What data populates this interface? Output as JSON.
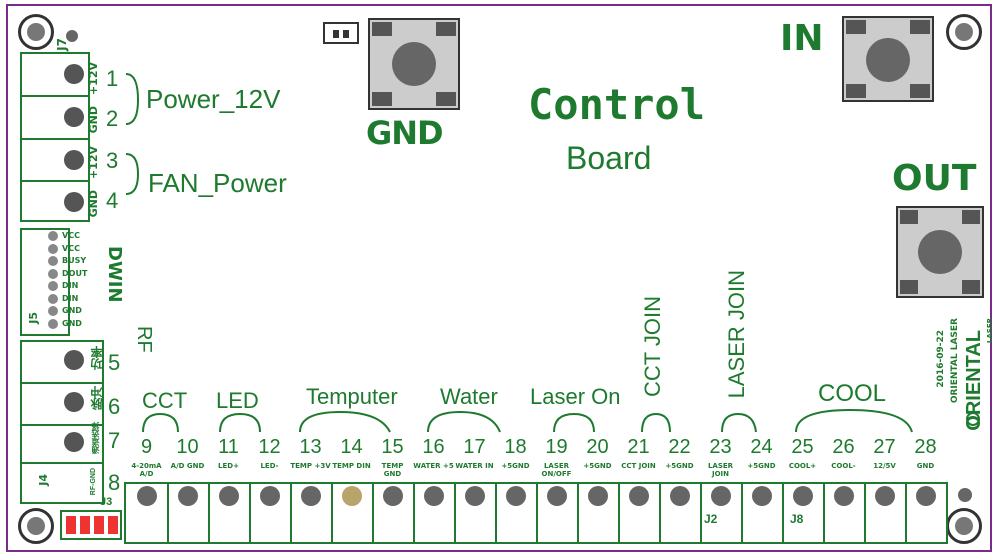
{
  "board": {
    "title_line1": "Control",
    "title_line2": "Board",
    "gnd_label": "GND",
    "in_label": "IN",
    "out_label": "OUT",
    "date_text": "2016-09-22",
    "company_text": "ORIENTAL LASER",
    "logo_text": "ORIENTAL",
    "logo_sub": "LASER"
  },
  "left_connector": {
    "ref": "J7",
    "pins": [
      {
        "num": "1",
        "signal": "+12V"
      },
      {
        "num": "2",
        "signal": "GND"
      },
      {
        "num": "3",
        "signal": "+12V"
      },
      {
        "num": "4",
        "signal": "GND"
      }
    ],
    "group1": "Power_12V",
    "group2": "FAN_Power"
  },
  "dwin": {
    "ref": "J5",
    "label": "DWIN",
    "pins": [
      "VCC",
      "VCC",
      "BUSY",
      "DOUT",
      "DIN",
      "DIN",
      "GND",
      "GND"
    ]
  },
  "rf": {
    "ref": "J4",
    "label": "RF",
    "pins": [
      {
        "num": "5",
        "signal": "功率"
      },
      {
        "num": "6",
        "signal": "脉冲"
      },
      {
        "num": "7",
        "signal": "通道选择"
      },
      {
        "num": "8",
        "signal": "RF-GND"
      }
    ]
  },
  "j3": {
    "ref": "J3",
    "label": ""
  },
  "bottom_groups": [
    "CCT",
    "LED",
    "Temputer",
    "Water",
    "Laser On",
    "CCT JOIN",
    "LASER JOIN",
    "COOL"
  ],
  "bottom_pins": [
    {
      "num": "9",
      "signal": "4-20mA A/D"
    },
    {
      "num": "10",
      "signal": "A/D GND"
    },
    {
      "num": "11",
      "signal": "LED+"
    },
    {
      "num": "12",
      "signal": "LED-"
    },
    {
      "num": "13",
      "signal": "TEMP +3V"
    },
    {
      "num": "14",
      "signal": "TEMP DIN"
    },
    {
      "num": "15",
      "signal": "TEMP GND"
    },
    {
      "num": "16",
      "signal": "WATER +5"
    },
    {
      "num": "17",
      "signal": "WATER IN"
    },
    {
      "num": "18",
      "signal": "+5GND"
    },
    {
      "num": "19",
      "signal": "LASER ON/OFF"
    },
    {
      "num": "20",
      "signal": "+5GND"
    },
    {
      "num": "21",
      "signal": "CCT JOIN"
    },
    {
      "num": "22",
      "signal": "+5GND"
    },
    {
      "num": "23",
      "signal": "LASER JOIN"
    },
    {
      "num": "24",
      "signal": "+5GND"
    },
    {
      "num": "25",
      "signal": "COOL+"
    },
    {
      "num": "26",
      "signal": "COOL-"
    },
    {
      "num": "27",
      "signal": "12/5V"
    },
    {
      "num": "28",
      "signal": "GND"
    }
  ],
  "bottom_refs": {
    "j2": "J2",
    "j8": "J8"
  }
}
